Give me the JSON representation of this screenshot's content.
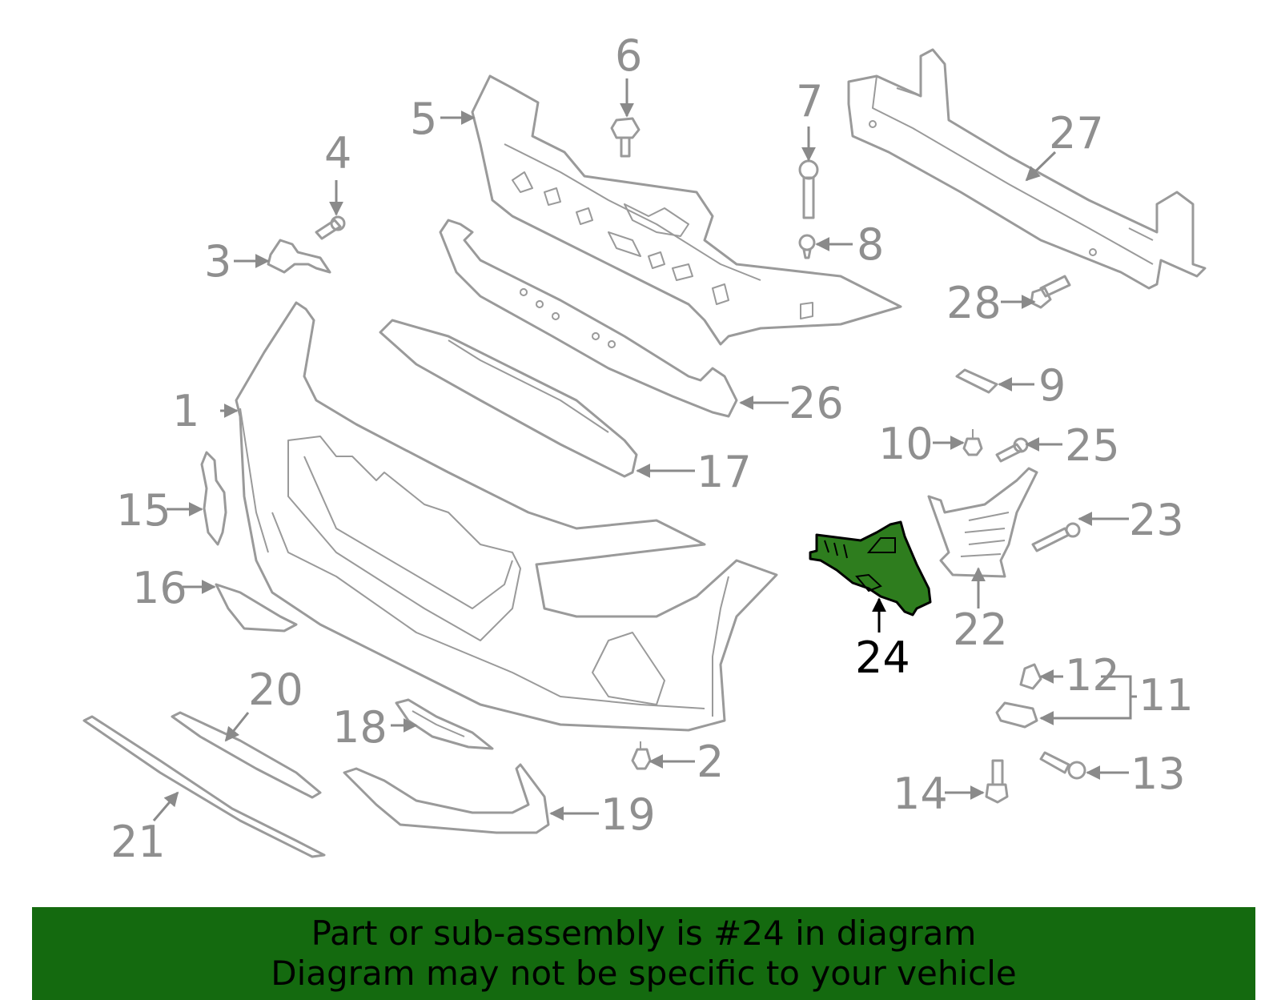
{
  "diagram": {
    "highlighted_part": "24",
    "highlight_color": "#2e7d1e",
    "banner_color": "#146a0f",
    "callouts": [
      "1",
      "2",
      "3",
      "4",
      "5",
      "6",
      "7",
      "8",
      "9",
      "10",
      "11",
      "12",
      "13",
      "14",
      "15",
      "16",
      "17",
      "18",
      "19",
      "20",
      "21",
      "22",
      "23",
      "24",
      "25",
      "26",
      "27",
      "28"
    ]
  },
  "banner": {
    "line1": "Part or sub-assembly is #24 in diagram",
    "line2": "Diagram may not be specific to your vehicle"
  }
}
